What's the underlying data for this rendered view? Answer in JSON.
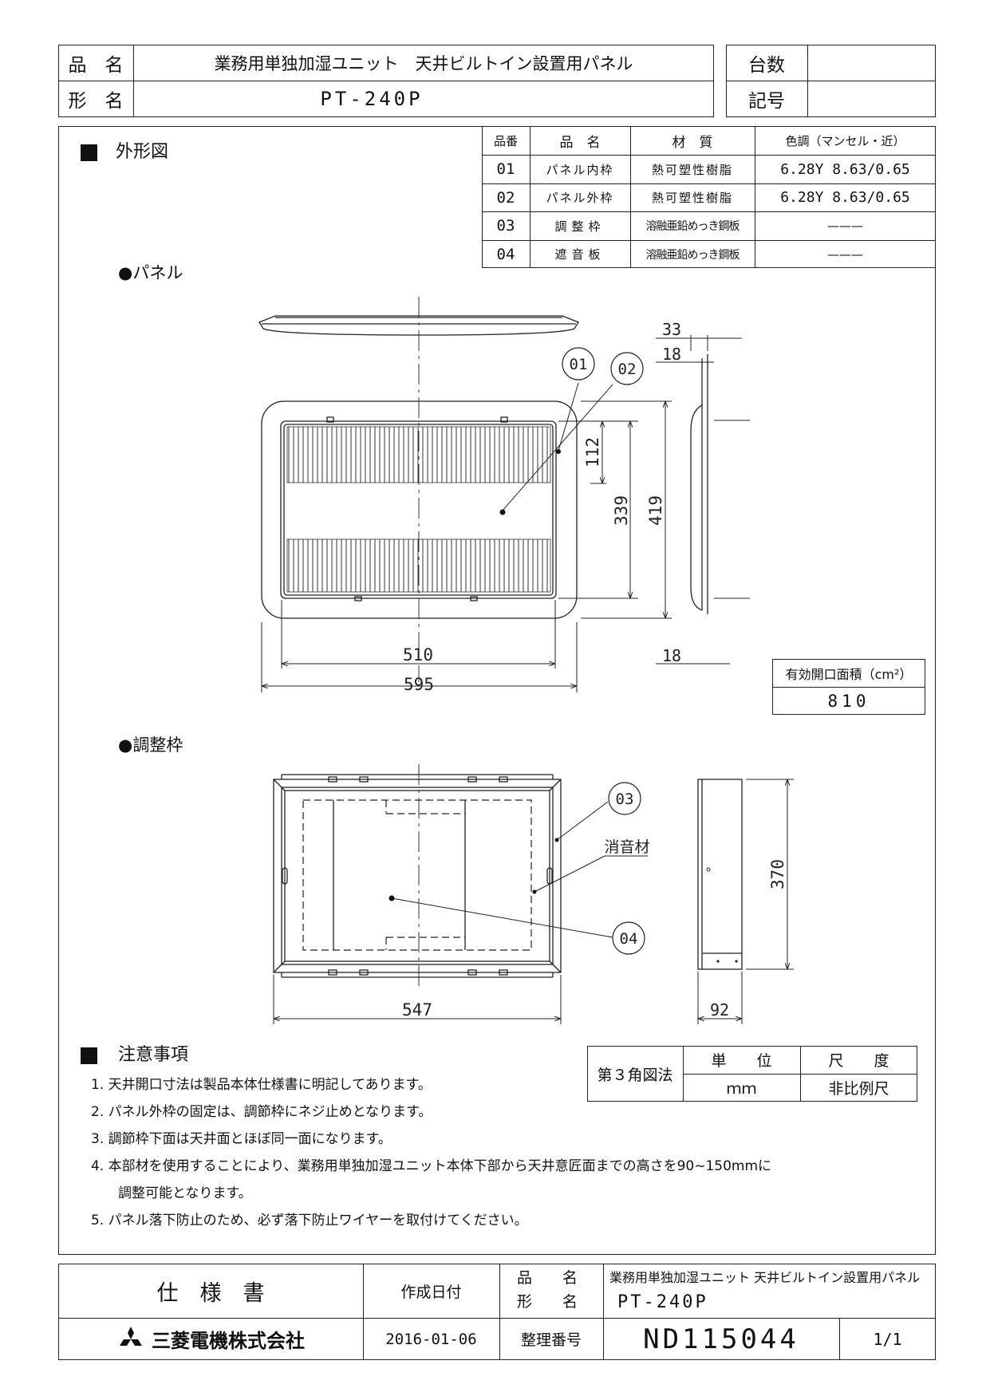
{
  "header": {
    "product_name_label": "品　名",
    "product_name": "業務用単独加湿ユニット　天井ビルトイン設置用パネル",
    "model_label": "形　名",
    "model": "PT-240P",
    "quantity_label": "台数",
    "quantity": "",
    "symbol_label": "記号",
    "symbol": ""
  },
  "sections": {
    "outline_title": "外形図",
    "panel_title": "●パネル",
    "frame_title": "●調整枠",
    "notes_title": "注意事項"
  },
  "parts_table": {
    "headers": [
      "品番",
      "品　名",
      "材　質",
      "色調（マンセル・近）"
    ],
    "rows": [
      [
        "01",
        "パネル内枠",
        "熱可塑性樹脂",
        "6.28Y 8.63/0.65"
      ],
      [
        "02",
        "パネル外枠",
        "熱可塑性樹脂",
        "6.28Y 8.63/0.65"
      ],
      [
        "03",
        "調整枠",
        "溶融亜鉛めっき鋼板",
        "———"
      ],
      [
        "04",
        "遮音板",
        "溶融亜鉛めっき鋼板",
        "———"
      ]
    ]
  },
  "panel_drawing": {
    "callouts": [
      "01",
      "02"
    ],
    "dim_width_inner": "510",
    "dim_width_outer": "595",
    "dim_grille": "112",
    "dim_height_inner": "339",
    "dim_height_outer": "419",
    "dim_side_depth": "33",
    "dim_side_top": "18",
    "dim_side_bottom": "18",
    "dim_side_height": "339"
  },
  "opening_area": {
    "label": "有効開口面積（cm²）",
    "value": "810"
  },
  "frame_drawing": {
    "callouts": [
      "03",
      "04"
    ],
    "sound_label": "消音材",
    "dim_width": "547",
    "dim_height": "370",
    "dim_depth": "92"
  },
  "projection_table": {
    "method": "第３角図法",
    "unit_label": "単　　位",
    "unit_value": "ｍｍ",
    "scale_label": "尺　　度",
    "scale_value": "非比例尺"
  },
  "notes": [
    "1. 天井開口寸法は製品本体仕様書に明記してあります。",
    "2. パネル外枠の固定は、調節枠にネジ止めとなります。",
    "3. 調節枠下面は天井面とほぼ同一面になります。",
    "4. 本部材を使用することにより、業務用単独加湿ユニット本体下部から天井意匠面までの高さを90~150mmに",
    "調整可能となります。",
    "5. パネル落下防止のため、必ず落下防止ワイヤーを取付けてください。"
  ],
  "footer": {
    "doc_type": "仕　様　書",
    "created_label": "作成日付",
    "created_date": "2016-01-06",
    "name_label": "品　　名",
    "model_label": "形　　名",
    "product_name": "業務用単独加湿ユニット 天井ビルトイン設置用パネル",
    "model": "PT-240P",
    "number_label": "整理番号",
    "number": "ND115044",
    "page": "1/1",
    "company": "三菱電機株式会社"
  }
}
